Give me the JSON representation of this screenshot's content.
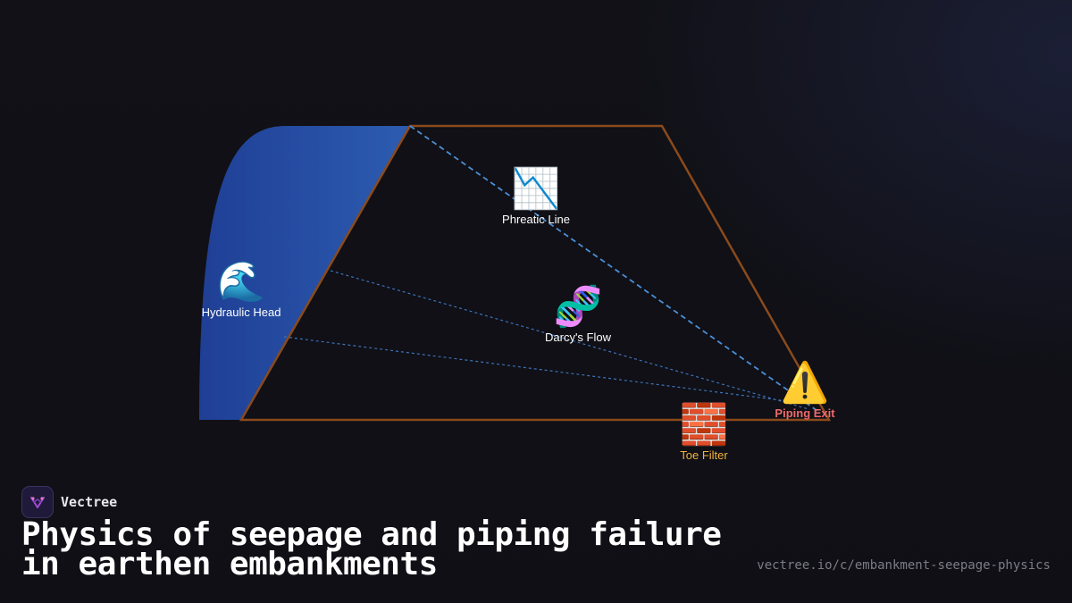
{
  "diagram": {
    "nodes": [
      {
        "id": "hydraulic-head",
        "icon": "wave-icon",
        "glyph": "🌊",
        "label": "Hydraulic Head"
      },
      {
        "id": "phreatic-line",
        "icon": "chart-decreasing-icon",
        "glyph": "📉",
        "label": "Phreatic Line"
      },
      {
        "id": "darcys-flow",
        "icon": "dna-icon",
        "glyph": "🧬",
        "label": "Darcy's Flow"
      },
      {
        "id": "piping-exit",
        "icon": "warning-icon",
        "glyph": "⚠️",
        "label": "Piping Exit"
      },
      {
        "id": "toe-filter",
        "icon": "brick-icon",
        "glyph": "🧱",
        "label": "Toe Filter"
      }
    ],
    "colors": {
      "embankment_outline": "#8a4a1c",
      "reservoir": "#2a55a8",
      "flow_lines": "#4a8fd6",
      "warning_label": "#ee6a6a",
      "filter_label": "#f2b33d"
    }
  },
  "brand": {
    "name": "Vectree",
    "logo_icon": "vectree-logo-icon"
  },
  "title": {
    "line1": "Physics of seepage and piping failure",
    "line2": "in earthen embankments"
  },
  "url": "vectree.io/c/embankment-seepage-physics"
}
